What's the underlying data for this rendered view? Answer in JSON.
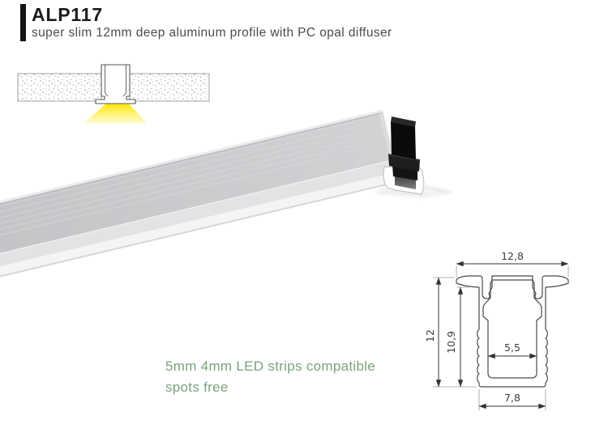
{
  "header": {
    "title": "ALP117",
    "subtitle": "super slim 12mm deep aluminum profile with PC opal diffuser",
    "accent_color": "#141414"
  },
  "description": {
    "line1": "5mm 4mm LED strips compatible",
    "line2": "spots free",
    "color": "#79a37b"
  },
  "illustration": {
    "label": "recessed ceiling mount with light beam",
    "light_color": "#ffe600"
  },
  "render": {
    "label": "aluminum profile 3d render",
    "body_color": "#c9c9cc",
    "end_cap_color": "#0b0b0b"
  },
  "drawing": {
    "label": "cross-section dimension drawing",
    "dims": {
      "top_width": "12,8",
      "outer_height": "12",
      "inner_height": "10,9",
      "inner_width": "5,5",
      "bottom_width": "7,8"
    }
  }
}
